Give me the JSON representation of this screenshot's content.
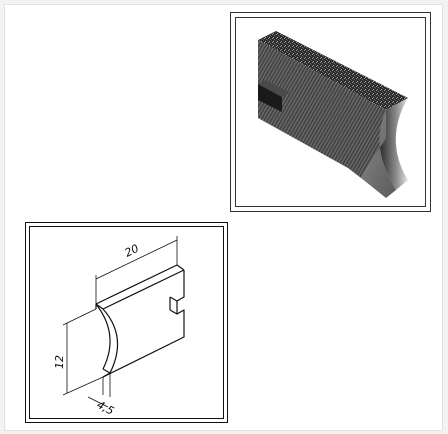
{
  "drawing": {
    "dimension_width": "20",
    "dimension_height": "12",
    "dimension_depth": "4,5"
  }
}
